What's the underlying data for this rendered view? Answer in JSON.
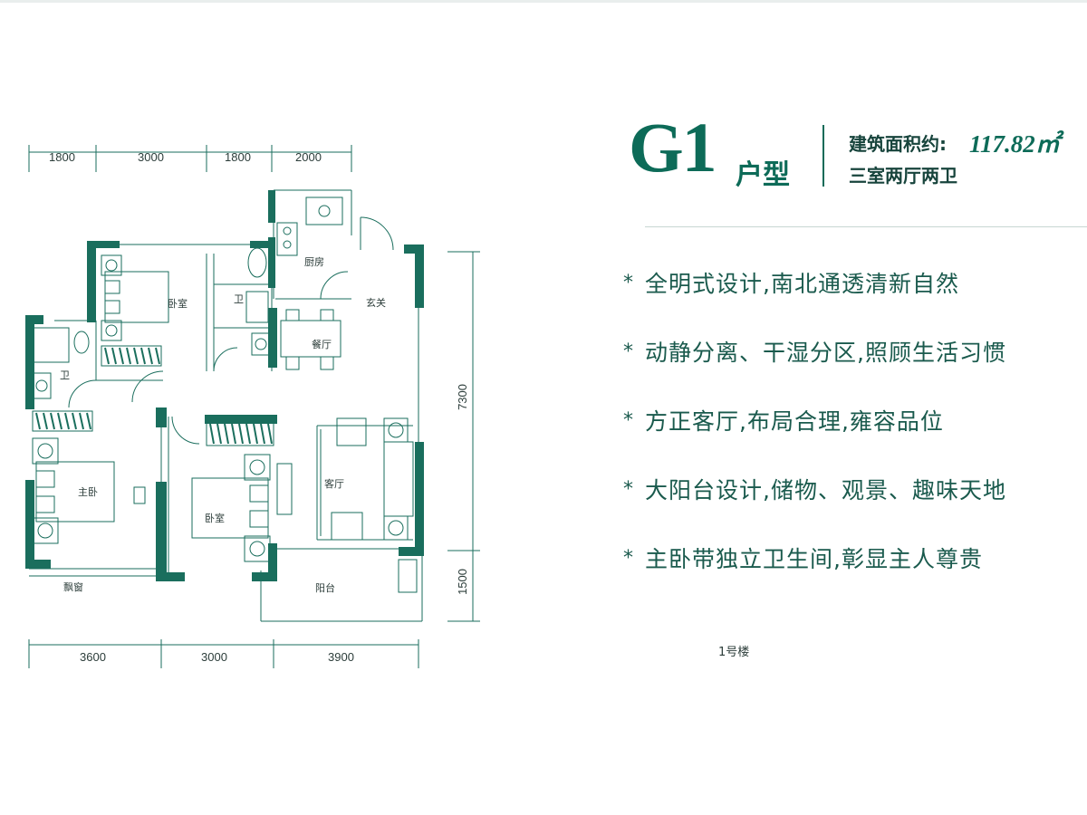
{
  "unit": {
    "code": "G1",
    "type_suffix": "户型",
    "area_label": "建筑面积约:",
    "area_value": "117.82㎡",
    "layout": "三室两厅两卫"
  },
  "features": [
    {
      "bullet": "*",
      "text": "全明式设计,南北通透清新自然"
    },
    {
      "bullet": "*",
      "text": "动静分离、干湿分区,照顾生活习惯"
    },
    {
      "bullet": "*",
      "text": "方正客厅,布局合理,雍容品位"
    },
    {
      "bullet": "*",
      "text": "大阳台设计,储物、观景、趣味天地"
    },
    {
      "bullet": "*",
      "text": "主卧带独立卫生间,彰显主人尊贵"
    }
  ],
  "dimensions": {
    "top": [
      "1800",
      "3000",
      "1800",
      "2000"
    ],
    "bottom": [
      "3600",
      "3000",
      "3900"
    ],
    "right": [
      "7300",
      "1500"
    ]
  },
  "rooms": {
    "kitchen": "厨房",
    "bedroom_north": "卧室",
    "bath_north": "卫",
    "entry": "玄关",
    "dining": "餐厅",
    "bath_west": "卫",
    "master_bedroom": "主卧",
    "bedroom_south": "卧室",
    "living": "客厅",
    "bay_window": "飘窗",
    "balcony": "阳台"
  },
  "building_label": "1号楼",
  "colors": {
    "brand": "#0d6b58",
    "wall": "#1a6e5d",
    "text": "#1a5a4d"
  }
}
